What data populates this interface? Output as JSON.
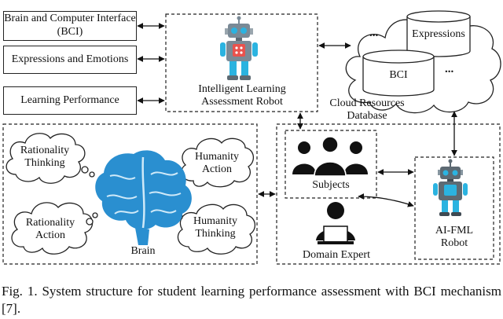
{
  "inputs": [
    {
      "label": "Brain and Computer Interface (BCI)"
    },
    {
      "label": "Expressions and Emotions"
    },
    {
      "label": "Learning Performance"
    }
  ],
  "robot_box": {
    "label_line1": "Intelligent Learning",
    "label_line2": "Assessment Robot"
  },
  "cloud": {
    "db_top": "Expressions",
    "db_bottom": "BCI",
    "ellipsis": "...",
    "label_line1": "Cloud Resources",
    "label_line2": "Database"
  },
  "brain_panel": {
    "center_label": "Brain",
    "thoughts": [
      {
        "line1": "Rationality",
        "line2": "Thinking"
      },
      {
        "line1": "Humanity",
        "line2": "Action"
      },
      {
        "line1": "Rationality",
        "line2": "Action"
      },
      {
        "line1": "Humanity",
        "line2": "Thinking"
      }
    ]
  },
  "right_panel": {
    "subjects": "Subjects",
    "domain_expert": "Domain Expert",
    "aifml_line1": "AI-FML",
    "aifml_line2": "Robot"
  },
  "caption": "Fig. 1.  System structure for student learning performance assessment with BCI mechanism [7].",
  "colors": {
    "brain": "#2a8fd0",
    "robot_body": "#7a8a96",
    "robot_accent": "#2bb3e0",
    "robot_chest": "#e9524d",
    "ink": "#111111"
  }
}
